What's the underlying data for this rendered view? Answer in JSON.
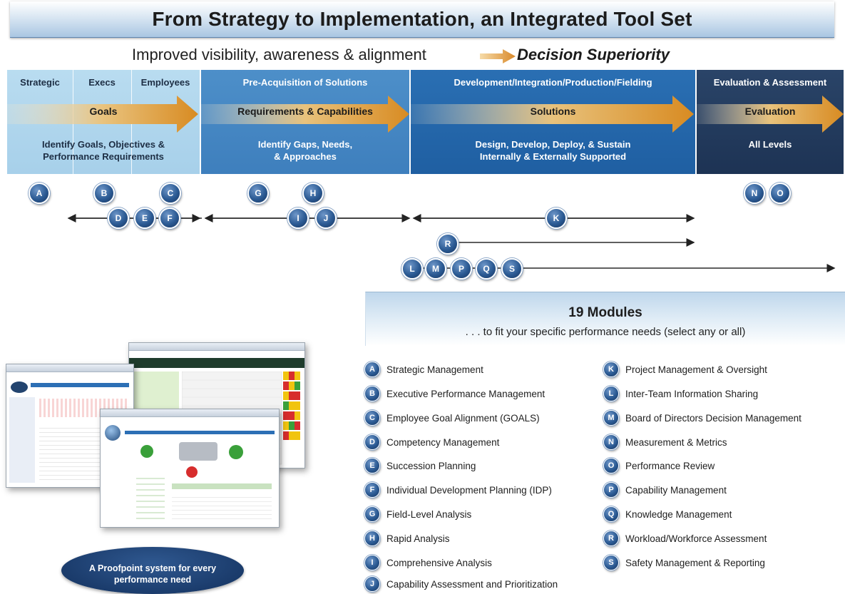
{
  "title": "From Strategy to Implementation, an Integrated Tool Set",
  "subtitle": {
    "text": "Improved visibility, awareness & alignment",
    "emphasis": "Decision Superiority"
  },
  "phases": [
    {
      "headers": [
        "Strategic",
        "Execs",
        "Employees"
      ],
      "band_label": "Goals",
      "description": [
        "Identify Goals, Objectives &",
        "Performance Requirements"
      ]
    },
    {
      "headers": [
        "Pre-Acquisition of Solutions"
      ],
      "band_label": "Requirements & Capabilities",
      "description": [
        "Identify Gaps, Needs,",
        "& Approaches"
      ]
    },
    {
      "headers": [
        "Development/Integration/Production/Fielding"
      ],
      "band_label": "Solutions",
      "description": [
        "Design, Develop, Deploy, & Sustain",
        "Internally & Externally Supported"
      ]
    },
    {
      "headers": [
        "Evaluation & Assessment"
      ],
      "band_label": "Evaluation",
      "description": [
        "All Levels"
      ]
    }
  ],
  "markers": [
    "A",
    "B",
    "C",
    "D",
    "E",
    "F",
    "G",
    "H",
    "I",
    "J",
    "K",
    "R",
    "L",
    "M",
    "P",
    "Q",
    "S",
    "N",
    "O"
  ],
  "modules_panel": {
    "title": "19 Modules",
    "subtitle": ". . . to fit your specific performance needs (select any or all)"
  },
  "modules_left": [
    {
      "letter": "A",
      "label": "Strategic Management"
    },
    {
      "letter": "B",
      "label": "Executive Performance Management"
    },
    {
      "letter": "C",
      "label": "Employee Goal Alignment (GOALS)"
    },
    {
      "letter": "D",
      "label": "Competency Management"
    },
    {
      "letter": "E",
      "label": "Succession Planning"
    },
    {
      "letter": "F",
      "label": "Individual Development Planning (IDP)"
    },
    {
      "letter": "G",
      "label": "Field-Level Analysis"
    },
    {
      "letter": "H",
      "label": "Rapid Analysis"
    },
    {
      "letter": "I",
      "label": "Comprehensive Analysis"
    },
    {
      "letter": "J",
      "label": "Capability Assessment and Prioritization"
    }
  ],
  "modules_right": [
    {
      "letter": "K",
      "label": "Project Management & Oversight"
    },
    {
      "letter": "L",
      "label": "Inter-Team Information Sharing"
    },
    {
      "letter": "M",
      "label": "Board of Directors Decision Management"
    },
    {
      "letter": "N",
      "label": "Measurement & Metrics"
    },
    {
      "letter": "O",
      "label": "Performance Review"
    },
    {
      "letter": "P",
      "label": "Capability Management"
    },
    {
      "letter": "Q",
      "label": "Knowledge Management"
    },
    {
      "letter": "R",
      "label": "Workload/Workforce Assessment"
    },
    {
      "letter": "S",
      "label": "Safety Management & Reporting"
    }
  ],
  "proofpoint": [
    "A Proofpoint system for every",
    "performance need"
  ],
  "colors": {
    "goals": "#a9d2eb",
    "pre_acquisition": "#4486c2",
    "development": "#2466a9",
    "evaluation": "#23395b",
    "arrow": "#e8a23a",
    "marker": "#2b5a93"
  }
}
